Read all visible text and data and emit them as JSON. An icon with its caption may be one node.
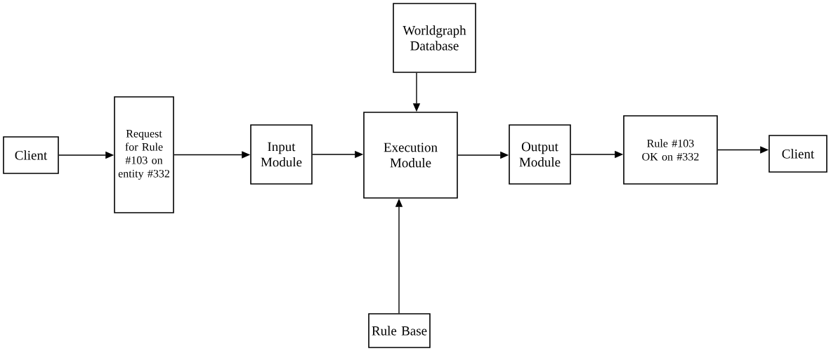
{
  "diagram": {
    "nodes": [
      {
        "text": [
          "Client"
        ]
      },
      {
        "text": [
          "Request for Rule #103 on entity #332"
        ]
      },
      {
        "text": [
          "Input Module"
        ]
      },
      {
        "text": [
          "Execution Module"
        ]
      },
      {
        "text": [
          "Output Module"
        ]
      },
      {
        "text": [
          "Rule #103 OK on #332"
        ]
      },
      {
        "text": [
          "Client"
        ]
      },
      {
        "text": [
          "Worldgraph Database"
        ]
      },
      {
        "text": [
          "Rule Base"
        ]
      }
    ],
    "edges": [
      {
        "from": 0,
        "to": 1,
        "arrow": "to"
      },
      {
        "from": 1,
        "to": 2,
        "arrow": "to"
      },
      {
        "from": 2,
        "to": 3,
        "arrow": "to"
      },
      {
        "from": 3,
        "to": 4,
        "arrow": "to"
      },
      {
        "from": 4,
        "to": 5,
        "arrow": "to"
      },
      {
        "from": 5,
        "to": 6,
        "arrow": "to"
      },
      {
        "from": 7,
        "to": 3,
        "arrow": "to"
      },
      {
        "from": 8,
        "to": 3,
        "arrow": "to"
      }
    ]
  }
}
